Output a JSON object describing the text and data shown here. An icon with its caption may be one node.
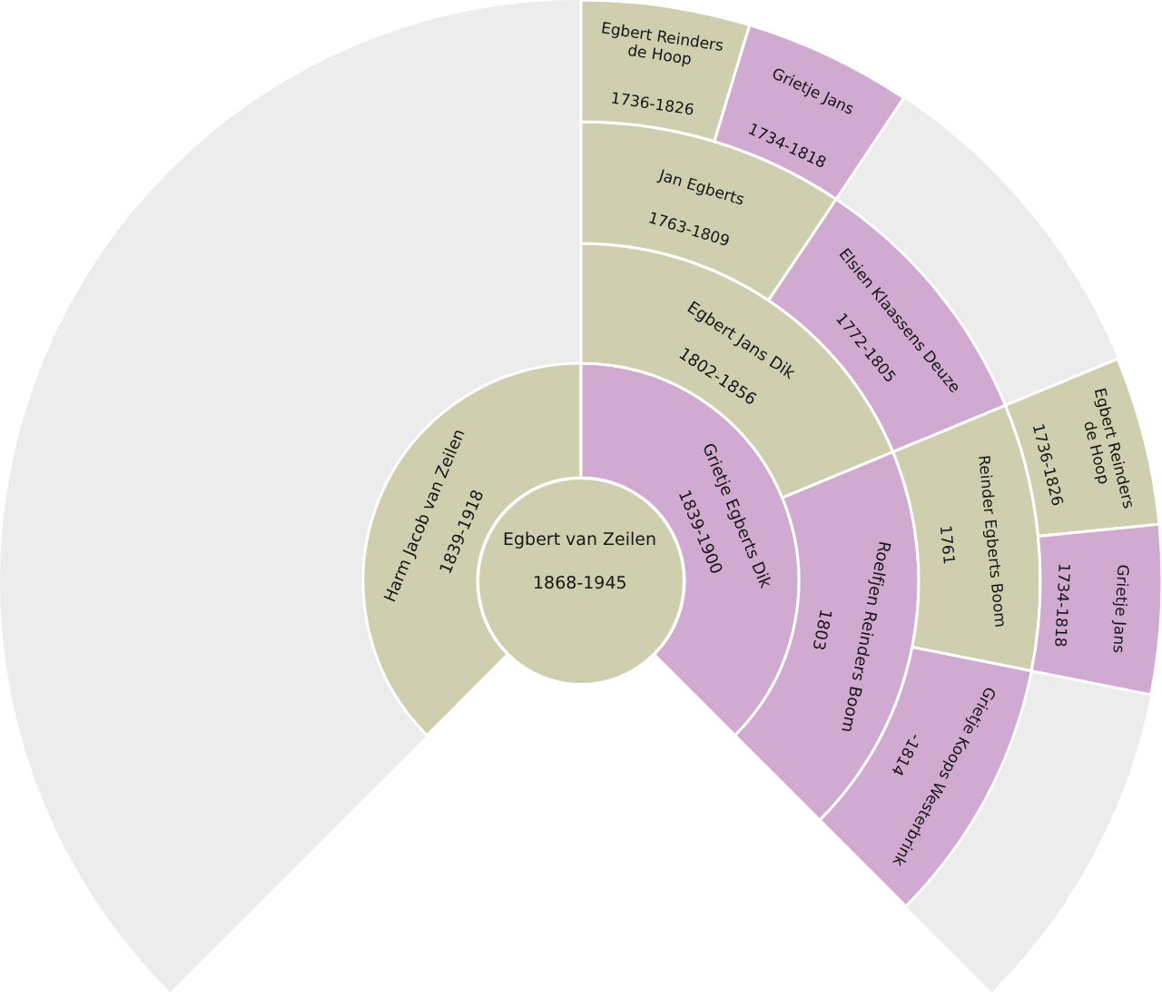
{
  "diagram": {
    "nodes": [
      {
        "text": [
          "Egbert van Zeilen",
          "1868-1945"
        ]
      },
      {
        "text": [
          "Harm Jacob van Zeilen",
          "1839-1918"
        ]
      },
      {
        "text": [
          "Grietje Egberts Dik",
          "1839-1900"
        ]
      },
      {
        "text": [
          "Egbert Jans Dik",
          "1802-1856"
        ]
      },
      {
        "text": [
          "Roelfjen Reinders Boom",
          "1803"
        ]
      },
      {
        "text": [
          "Jan Egberts",
          "1763-1809"
        ]
      },
      {
        "text": [
          "Elsien Klaassens Deuze",
          "1772-1805"
        ]
      },
      {
        "text": [
          "Reinder Egberts Boom",
          "1761"
        ]
      },
      {
        "text": [
          "Grietje Koops Westerbrink",
          "-1814"
        ]
      },
      {
        "text": [
          "Egbert Reinders de Hoop",
          "1736-1826"
        ]
      },
      {
        "text": [
          "Grietje Jans",
          "1734-1818"
        ]
      },
      {
        "text": [
          "Egbert Reinders de Hoop",
          "1736-1826"
        ]
      },
      {
        "text": [
          "Grietje Jans",
          "1734-1818"
        ]
      }
    ]
  }
}
